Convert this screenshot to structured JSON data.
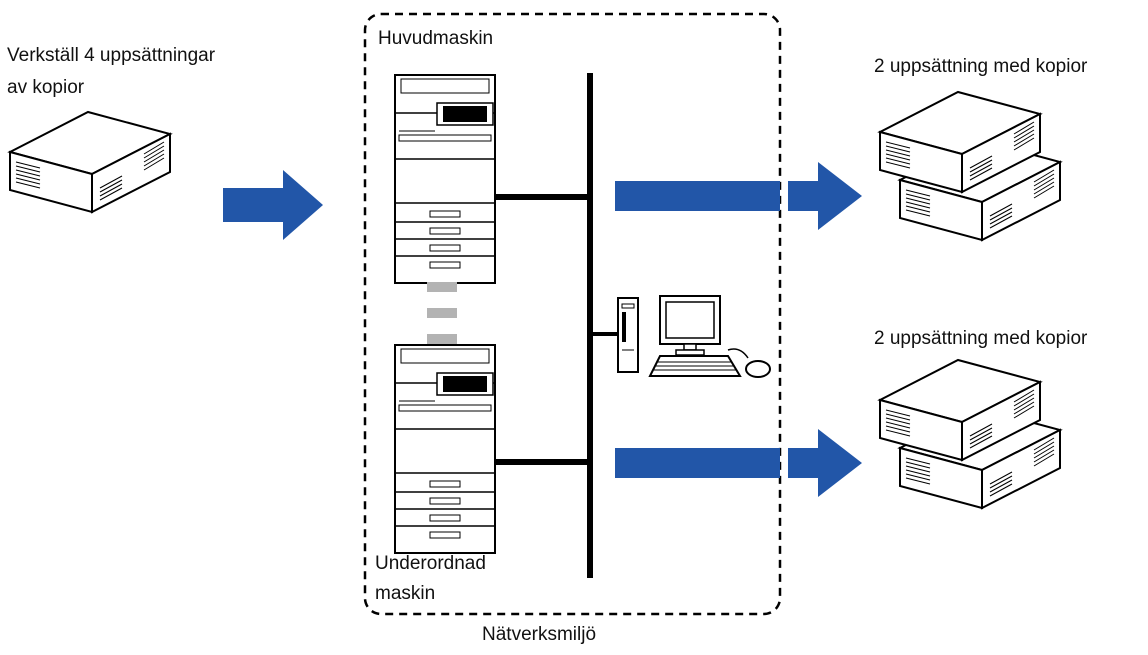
{
  "labels": {
    "source": [
      "Verkställ 4 uppsättningar",
      "av kopior"
    ],
    "main_machine": "Huvudmaskin",
    "sub_machine": [
      "Underordnad",
      "maskin"
    ],
    "output_top": "2 uppsättning med kopior",
    "output_bottom": "2 uppsättning med kopior",
    "network": "Nätverksmiljö"
  },
  "colors": {
    "arrow": "#2256a8",
    "line": "#000000",
    "gray_link": "#b3b3b3"
  }
}
